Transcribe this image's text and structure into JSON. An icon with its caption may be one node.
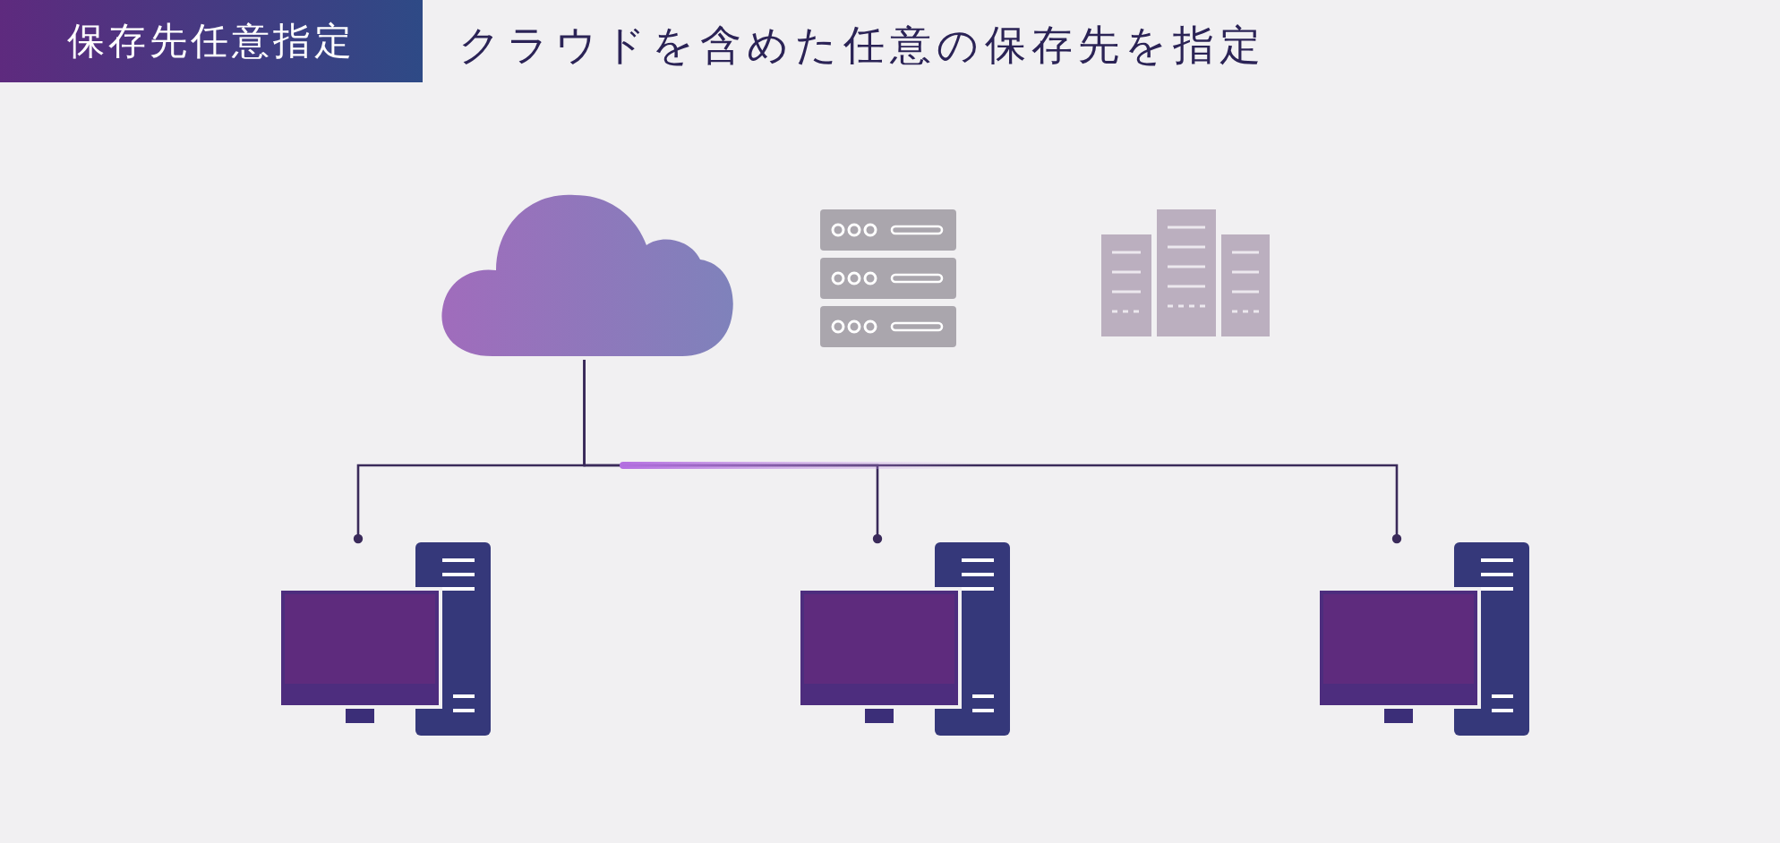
{
  "diagram": {
    "title": "クラウドを含めた任意の保存先を指定",
    "nodes": [
      {
        "text": [],
        "shape": "cloud"
      },
      {
        "text": [],
        "shape": "server"
      },
      {
        "text": [],
        "shape": "server"
      },
      {
        "text": [],
        "shape": "computer"
      },
      {
        "text": [],
        "shape": "computer"
      },
      {
        "text": [],
        "shape": "computer"
      }
    ],
    "edges": [
      {
        "from": 0,
        "to": 3,
        "arrow": "other"
      },
      {
        "from": 0,
        "to": 4,
        "arrow": "other"
      },
      {
        "from": 0,
        "to": 5,
        "arrow": "other"
      }
    ],
    "labels": [
      "保存先任意指定"
    ]
  }
}
